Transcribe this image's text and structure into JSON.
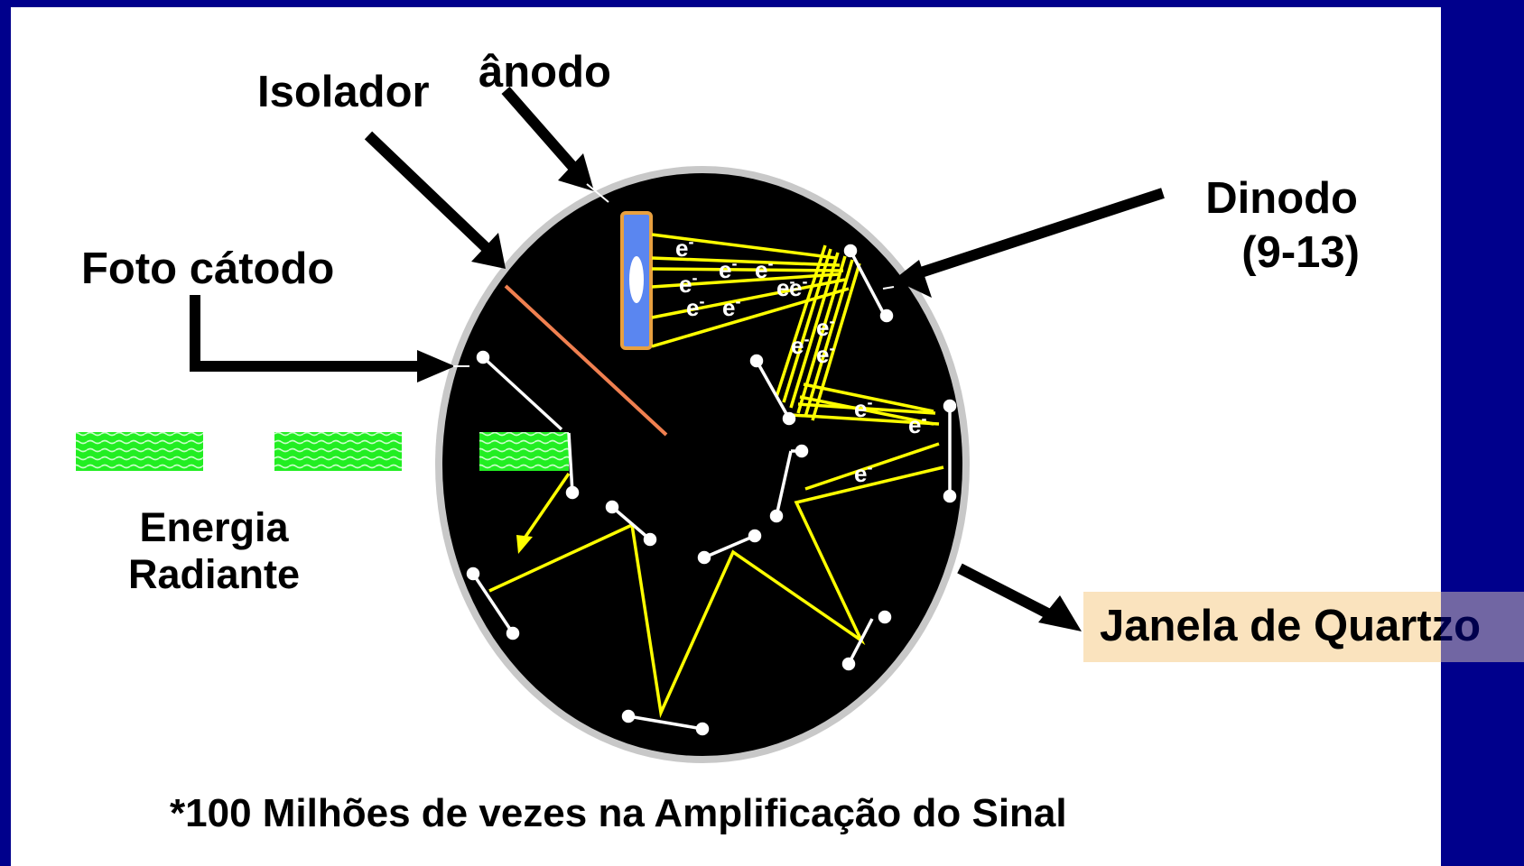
{
  "diagram": {
    "labels": {
      "isolador": "Isolador",
      "anodo": "ânodo",
      "dinodo": "Dinodo",
      "dinodo_range": "(9-13)",
      "foto_catodo": "Foto cátodo",
      "energia": "Energia",
      "radiante": "Radiante",
      "janela": "Janela de Quartzo",
      "footnote": "*100 Milhões de vezes na Amplificação do Sinal"
    },
    "electron_label": "e",
    "electron_charge": "-",
    "colors": {
      "background": "#00008c",
      "panel": "#ffffff",
      "tube": "#000000",
      "tube_rim": "#c8c8c8",
      "electron_path": "#ffff00",
      "radiant_energy": "#22ee22",
      "anode_fill": "#5a86f0",
      "anode_border": "#e8a040",
      "isolator": "#f08050",
      "janela_box": "#fae3be"
    },
    "icons": [
      "arrow-icon",
      "radiant-wave-icon",
      "dynode-icon",
      "anode-icon"
    ]
  }
}
